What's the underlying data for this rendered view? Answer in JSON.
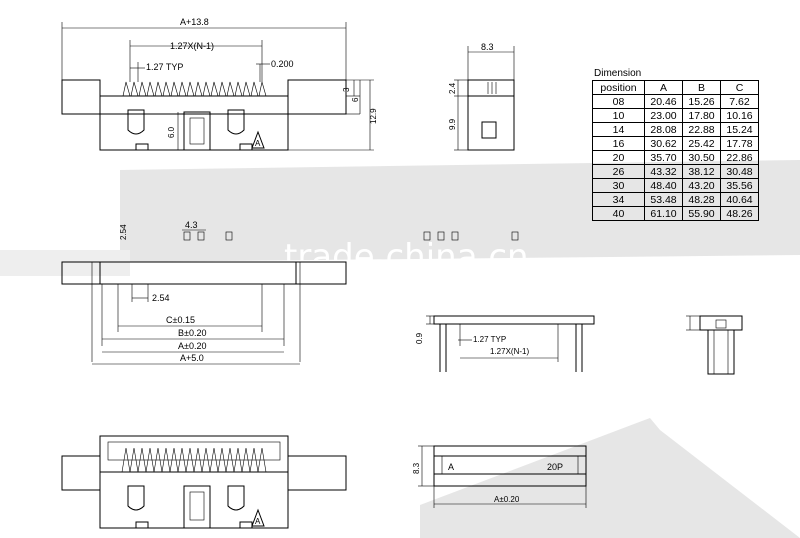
{
  "watermark": {
    "text": "trade.china.cn"
  },
  "top_view": {
    "overall_width": "A+13.8",
    "pitch_span": "1.27X(N-1)",
    "pitch_typ": "1.27 TYP",
    "pin_width": "0.200",
    "height_3": "3",
    "height_6": "6",
    "height_12_9": "12.9",
    "inner_6_0": "6.0",
    "polarity_mark": "A"
  },
  "side_view": {
    "width": "8.3",
    "upper": "2.4",
    "lower": "9.9"
  },
  "footprint": {
    "pin_offset": "2.54",
    "pin_width": "4.3",
    "pin_spacing": "2.54",
    "dim_c": "C±0.15",
    "dim_b": "B±0.20",
    "dim_a": "A±0.20",
    "dim_total": "A+5.0"
  },
  "front_view": {
    "height": "0.9",
    "pitch_typ": "1.27 TYP",
    "pitch_span": "1.27X(N-1)"
  },
  "bottom_view": {
    "polarity_mark": "A"
  },
  "bottom_side": {
    "height": "8.3",
    "polarity_mark": "A",
    "position_label": "20P",
    "width": "A±0.20"
  },
  "dimension_table": {
    "caption": "Dimension",
    "headers": [
      "position",
      "A",
      "B",
      "C"
    ],
    "rows": [
      [
        "08",
        "20.46",
        "15.26",
        "7.62"
      ],
      [
        "10",
        "23.00",
        "17.80",
        "10.16"
      ],
      [
        "14",
        "28.08",
        "22.88",
        "15.24"
      ],
      [
        "16",
        "30.62",
        "25.42",
        "17.78"
      ],
      [
        "20",
        "35.70",
        "30.50",
        "22.86"
      ],
      [
        "26",
        "43.32",
        "38.12",
        "30.48"
      ],
      [
        "30",
        "48.40",
        "43.20",
        "35.56"
      ],
      [
        "34",
        "53.48",
        "48.28",
        "40.64"
      ],
      [
        "40",
        "61.10",
        "55.90",
        "48.26"
      ]
    ]
  }
}
